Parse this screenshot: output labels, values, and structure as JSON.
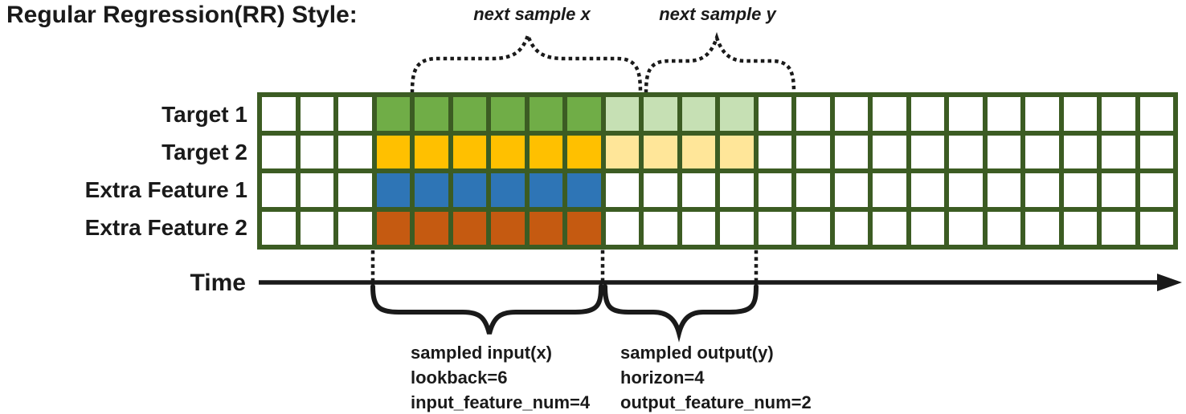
{
  "title": "Regular Regression(RR) Style:",
  "palette": {
    "ink": "#1a1a1a",
    "grid_border": "#3c5c23",
    "green": "#70ad47",
    "light_green": "#c6e0b4",
    "yellow": "#ffc000",
    "light_yellow": "#ffe699",
    "blue": "#2e75b6",
    "orange": "#c55a11",
    "cell_white": "#ffffff"
  },
  "top_annotations": {
    "next_sample_x": "next sample x",
    "next_sample_y": "next sample y"
  },
  "grid": {
    "columns": 24,
    "row_labels": [
      "Target 1",
      "Target 2",
      "Extra Feature 1",
      "Extra Feature 2"
    ],
    "rows": [
      {
        "name": "target-1",
        "segments": [
          {
            "start": 3,
            "count": 6,
            "color": "green"
          },
          {
            "start": 9,
            "count": 4,
            "color": "light_green"
          }
        ]
      },
      {
        "name": "target-2",
        "segments": [
          {
            "start": 3,
            "count": 6,
            "color": "yellow"
          },
          {
            "start": 9,
            "count": 4,
            "color": "light_yellow"
          }
        ]
      },
      {
        "name": "extra-feature-1",
        "segments": [
          {
            "start": 3,
            "count": 6,
            "color": "blue"
          }
        ]
      },
      {
        "name": "extra-feature-2",
        "segments": [
          {
            "start": 3,
            "count": 6,
            "color": "orange"
          }
        ]
      }
    ]
  },
  "time_axis": {
    "label": "Time"
  },
  "captions": {
    "input": [
      "sampled input(x)",
      "lookback=6",
      "input_feature_num=4"
    ],
    "output": [
      "sampled output(y)",
      "horizon=4",
      "output_feature_num=2"
    ]
  }
}
